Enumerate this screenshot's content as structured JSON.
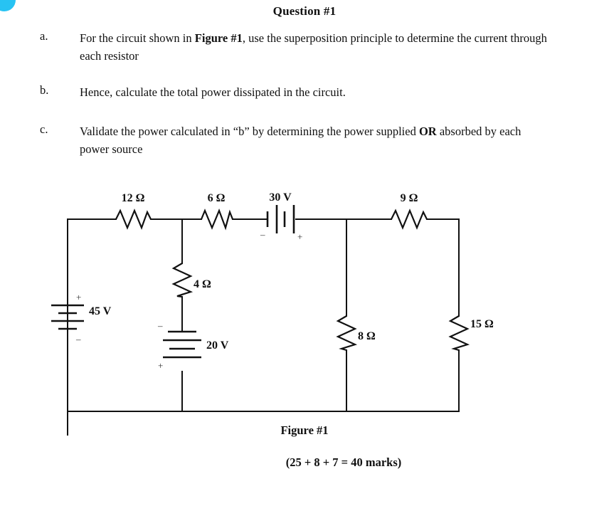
{
  "page": {
    "title": "Question #1",
    "figure_caption": "Figure #1",
    "marks": "(25 + 8 + 7 = 40 marks)",
    "accent_color": "#27c3f3",
    "ink_color": "#111111",
    "background": "#ffffff"
  },
  "questions": [
    {
      "label": "a.",
      "text_before": "For the circuit shown in ",
      "bold": "Figure #1",
      "text_after": ", use the superposition principle to determine the current through each resistor"
    },
    {
      "label": "b.",
      "text_before": "Hence, calculate the total power dissipated in the circuit.",
      "bold": "",
      "text_after": ""
    },
    {
      "label": "c.",
      "text_before": "Validate the power calculated in “b” by determining the power supplied ",
      "bold": "OR",
      "text_after": " absorbed by each power source"
    }
  ],
  "circuit": {
    "resistors": [
      {
        "name": "r12",
        "label": "12 Ω",
        "value": 12,
        "unit": "Ω",
        "orientation": "horizontal"
      },
      {
        "name": "r6",
        "label": "6 Ω",
        "value": 6,
        "unit": "Ω",
        "orientation": "horizontal"
      },
      {
        "name": "r4",
        "label": "4 Ω",
        "value": 4,
        "unit": "Ω",
        "orientation": "vertical"
      },
      {
        "name": "r9",
        "label": "9 Ω",
        "value": 9,
        "unit": "Ω",
        "orientation": "horizontal"
      },
      {
        "name": "r8",
        "label": "8 Ω",
        "value": 8,
        "unit": "Ω",
        "orientation": "vertical"
      },
      {
        "name": "r15",
        "label": "15 Ω",
        "value": 15,
        "unit": "Ω",
        "orientation": "vertical"
      }
    ],
    "sources": [
      {
        "name": "v45",
        "label": "45 V",
        "value": 45,
        "unit": "V",
        "orientation": "vertical",
        "plus": "+",
        "minus": "–",
        "plus_position": "top"
      },
      {
        "name": "v20",
        "label": "20 V",
        "value": 20,
        "unit": "V",
        "orientation": "vertical",
        "plus": "+",
        "minus": "–",
        "plus_position": "bottom"
      },
      {
        "name": "v30",
        "label": "30 V",
        "value": 30,
        "unit": "V",
        "orientation": "horizontal",
        "plus": "+",
        "minus": "–",
        "plus_position": "right"
      }
    ]
  }
}
